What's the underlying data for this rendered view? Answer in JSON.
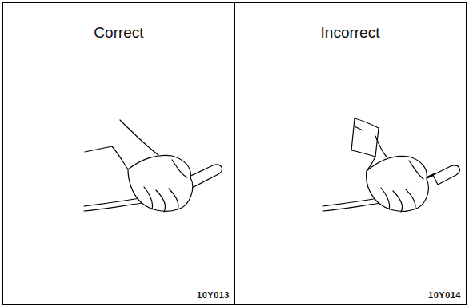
{
  "diagram": {
    "nodes": [
      {
        "text": [
          "Correct",
          "10Y013"
        ]
      },
      {
        "text": [
          "Incorrect",
          "10Y014"
        ]
      }
    ]
  }
}
